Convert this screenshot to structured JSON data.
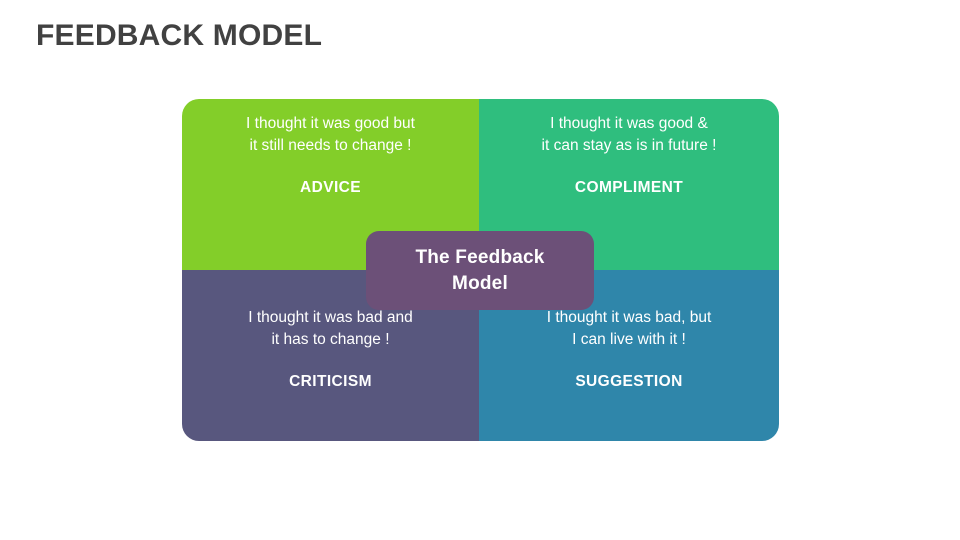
{
  "slide": {
    "title": "FEEDBACK MODEL",
    "background_color": "#ffffff",
    "title_color": "#414141"
  },
  "center": {
    "label": "The Feedback\nModel",
    "color": "#6C5078"
  },
  "matrix": {
    "quadrants": [
      {
        "position": "top-left",
        "description": "I thought it was good but\nit still needs to change !",
        "label": "ADVICE",
        "color": "#83CE29"
      },
      {
        "position": "top-right",
        "description": "I thought it was good &\nit can stay as is in future !",
        "label": "COMPLIMENT",
        "color": "#2FBE7E"
      },
      {
        "position": "bottom-left",
        "description": "I thought it was bad and\nit has to change !",
        "label": "CRITICISM",
        "color": "#58577E"
      },
      {
        "position": "bottom-right",
        "description": "I thought it was bad, but\nI can live with it !",
        "label": "SUGGESTION",
        "color": "#2F86AA"
      }
    ]
  }
}
